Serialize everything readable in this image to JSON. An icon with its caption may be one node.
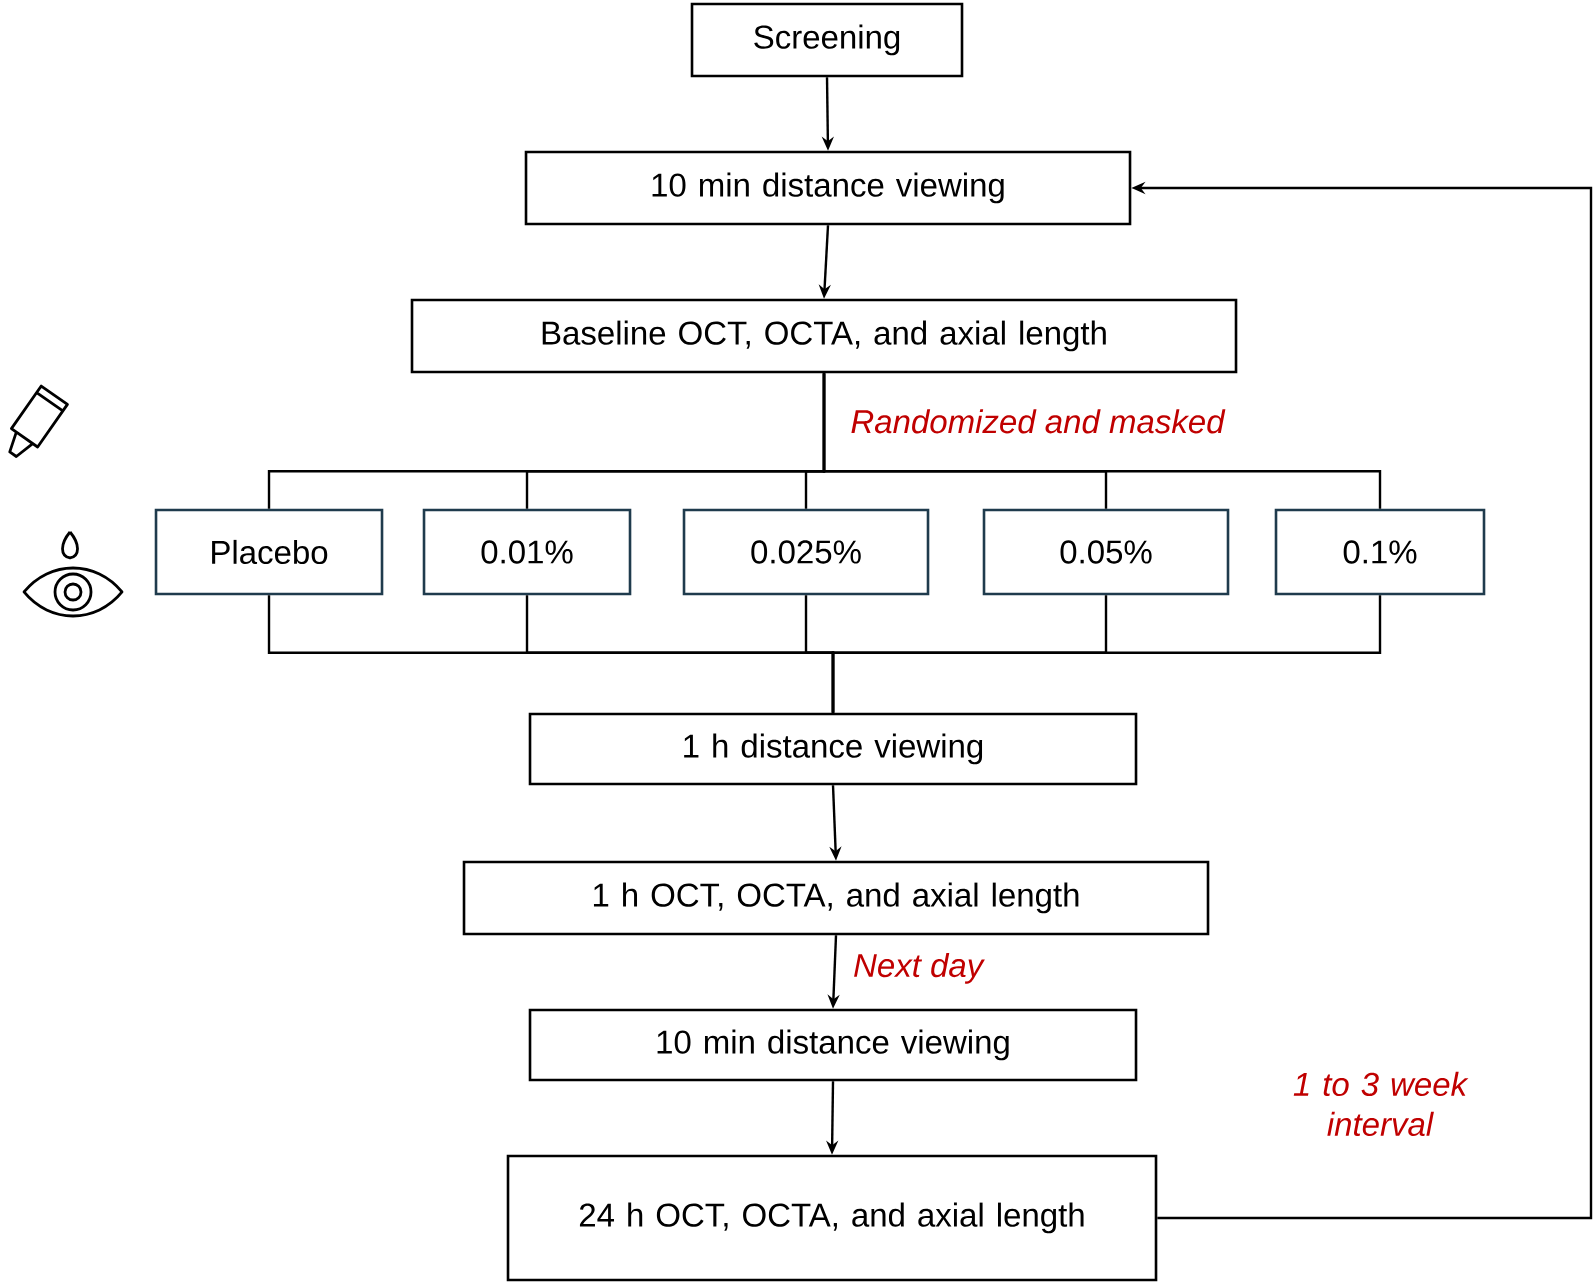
{
  "diagram": {
    "nodes": [
      {
        "text": [
          "Screening"
        ]
      },
      {
        "text": [
          "10 min distance viewing"
        ]
      },
      {
        "text": [
          "Baseline OCT, OCTA, and axial length"
        ]
      },
      {
        "text": [
          "Placebo"
        ]
      },
      {
        "text": [
          "0.01%"
        ]
      },
      {
        "text": [
          "0.025%"
        ]
      },
      {
        "text": [
          "0.05%"
        ]
      },
      {
        "text": [
          "0.1%"
        ]
      },
      {
        "text": [
          "1 h distance viewing"
        ]
      },
      {
        "text": [
          "1 h OCT, OCTA, and axial length"
        ]
      },
      {
        "text": [
          "10 min distance viewing"
        ]
      },
      {
        "text": [
          "24 h OCT, OCTA, and axial length"
        ]
      }
    ],
    "edges": [
      {
        "from": 0,
        "to": 1,
        "arrow": "to"
      },
      {
        "from": 1,
        "to": 2,
        "arrow": "to"
      },
      {
        "from": 2,
        "to": 3,
        "arrow": "none"
      },
      {
        "from": 2,
        "to": 4,
        "arrow": "none"
      },
      {
        "from": 2,
        "to": 5,
        "arrow": "none",
        "label": "Randomized and masked"
      },
      {
        "from": 2,
        "to": 6,
        "arrow": "none"
      },
      {
        "from": 2,
        "to": 7,
        "arrow": "none"
      },
      {
        "from": 3,
        "to": 8,
        "arrow": "none"
      },
      {
        "from": 4,
        "to": 8,
        "arrow": "none"
      },
      {
        "from": 5,
        "to": 8,
        "arrow": "none"
      },
      {
        "from": 6,
        "to": 8,
        "arrow": "none"
      },
      {
        "from": 7,
        "to": 8,
        "arrow": "none"
      },
      {
        "from": 8,
        "to": 9,
        "arrow": "to"
      },
      {
        "from": 9,
        "to": 10,
        "arrow": "to",
        "label": "Next day"
      },
      {
        "from": 10,
        "to": 11,
        "arrow": "to"
      },
      {
        "from": 11,
        "to": 1,
        "arrow": "to",
        "label": "1 to 3 week interval"
      }
    ]
  }
}
